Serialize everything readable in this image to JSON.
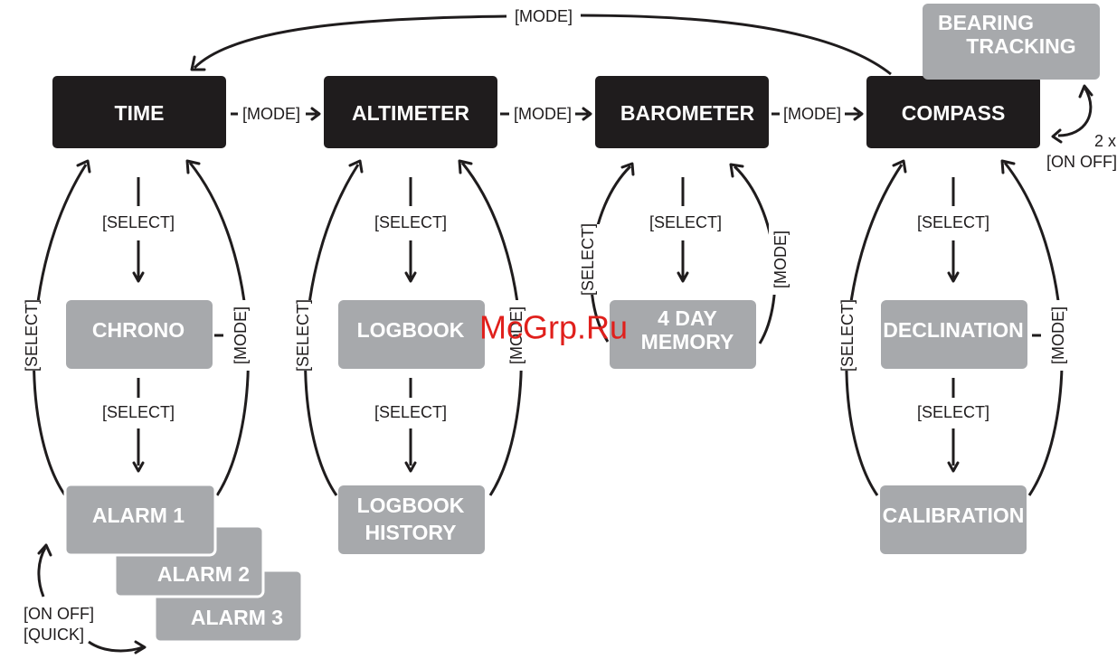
{
  "modes": {
    "time": "TIME",
    "altimeter": "ALTIMETER",
    "barometer": "BAROMETER",
    "compass": "COMPASS"
  },
  "submodes": {
    "chrono": "CHRONO",
    "alarm1": "ALARM 1",
    "alarm2": "ALARM 2",
    "alarm3": "ALARM 3",
    "logbook": "LOGBOOK",
    "logbook_history": [
      "LOGBOOK",
      "HISTORY"
    ],
    "four_day_memory": [
      "4 DAY",
      "MEMORY"
    ],
    "declination": "DECLINATION",
    "calibration": "CALIBRATION",
    "bearing_tracking": [
      "BEARING",
      "TRACKING"
    ]
  },
  "buttons": {
    "mode": "[MODE]",
    "select": "[SELECT]",
    "on_off": "[ON OFF]",
    "quick": "[QUICK]",
    "two_x": "2 x"
  },
  "watermark": "McGrp.Ru",
  "colors": {
    "dark_box": "#1f1c1d",
    "grey_box": "#a7a9ac",
    "watermark": "#e0201c"
  }
}
